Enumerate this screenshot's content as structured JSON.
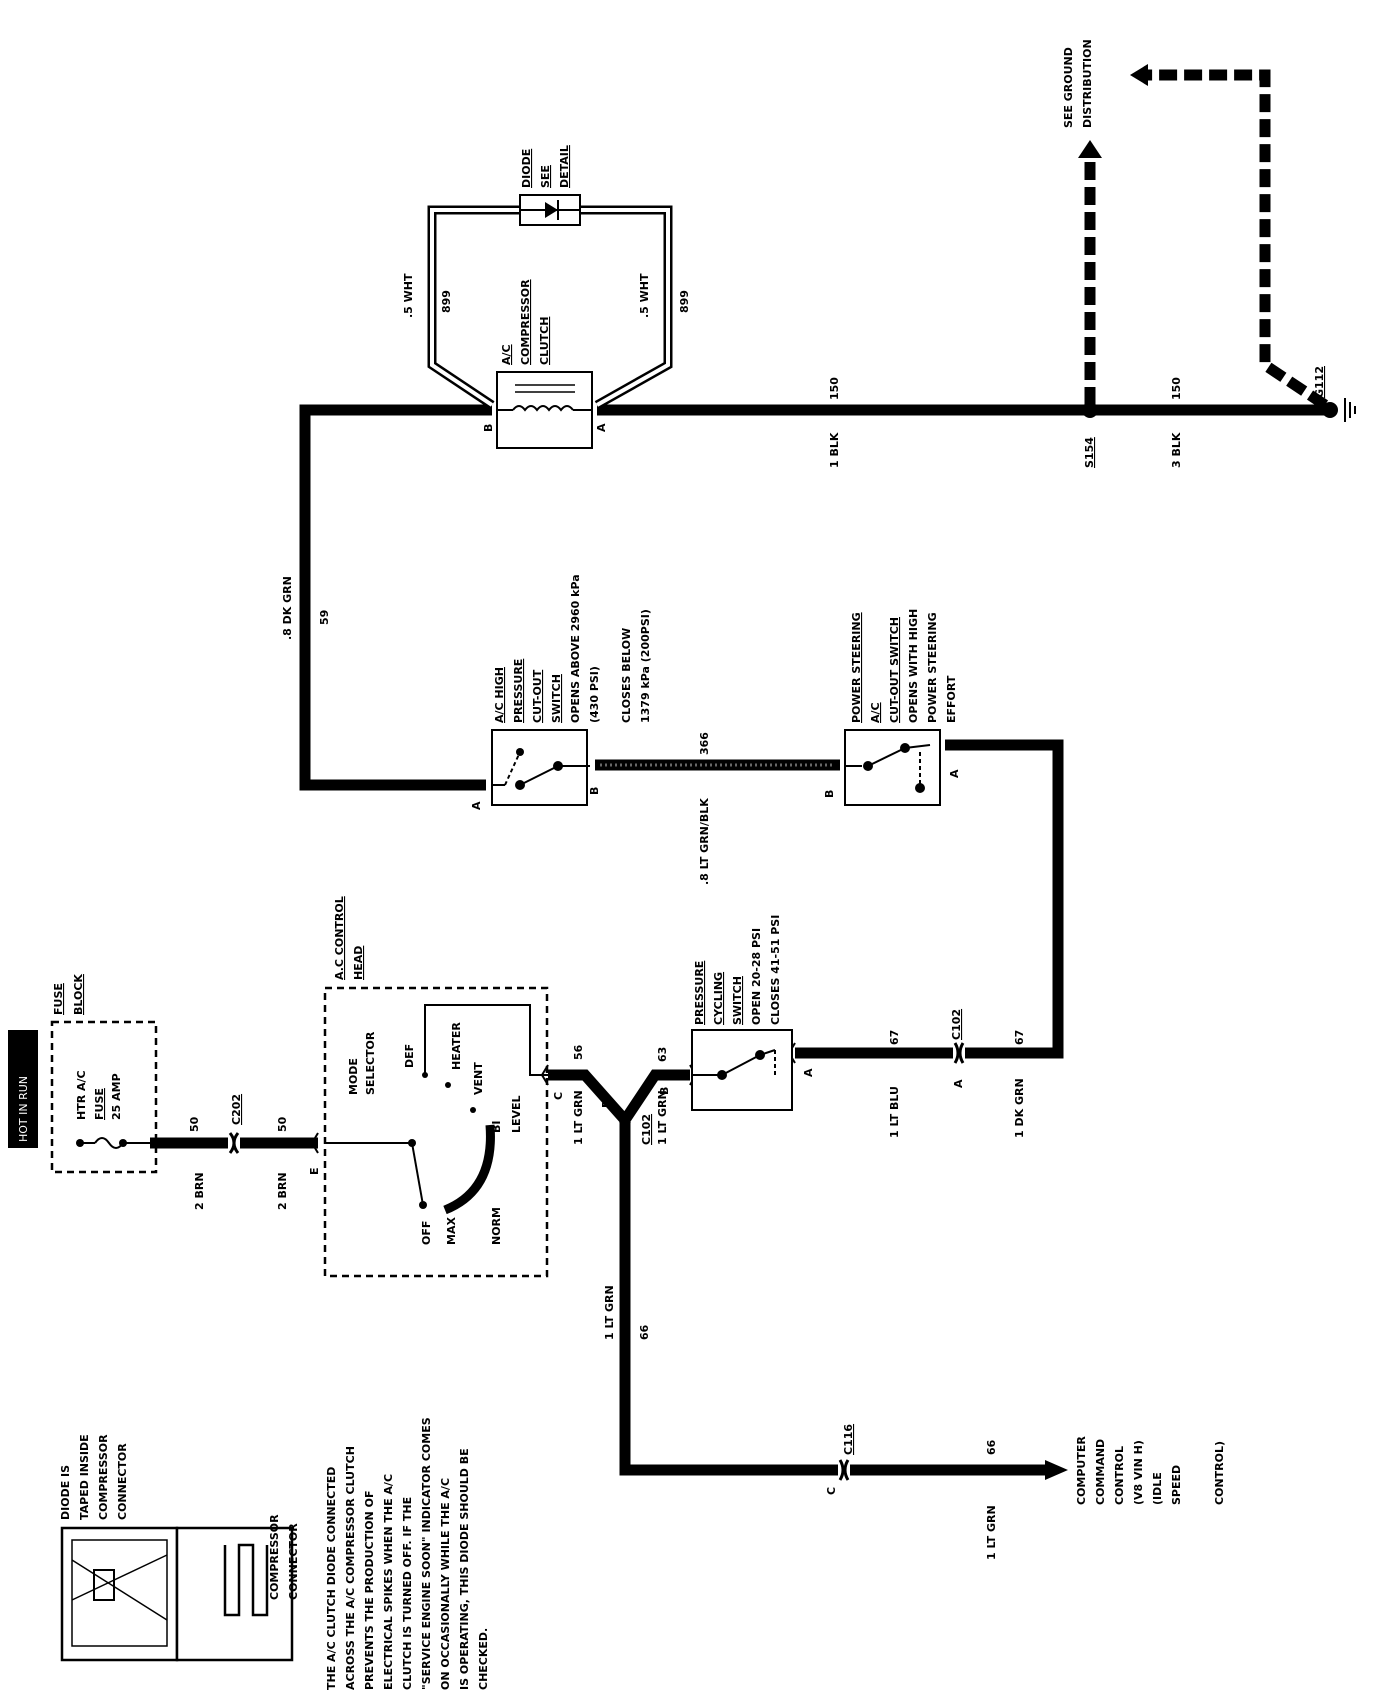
{
  "hot_in_run": "HOT IN RUN",
  "fuse_block": {
    "title_1": "FUSE",
    "title_2": "BLOCK",
    "fuse_line1": "HTR A/C",
    "fuse_line2": "FUSE",
    "fuse_line3": "25 AMP"
  },
  "connectors": {
    "c202": "C202",
    "c102_upper": "C102",
    "c102_lower": "C102",
    "c116": "C116",
    "s154": "S154",
    "g112": "G112"
  },
  "wires": {
    "brn_50_a_size": "2 BRN",
    "brn_50_a_num": "50",
    "brn_50_b_size": "2 BRN",
    "brn_50_b_num": "50",
    "ltgrn_56_size": "1 LT GRN",
    "ltgrn_56_num": "56",
    "ltgrn_63_size": "1 LT GRN",
    "ltgrn_63_num": "63",
    "ltgrn_66_size": "1 LT GRN",
    "ltgrn_66_num": "66",
    "ltgrn_66b_size": "1 LT GRN",
    "ltgrn_66b_num": "66",
    "ltblu_67_size": "1 LT BLU",
    "ltblu_67_num": "67",
    "dkgrn_67_size": "1 DK GRN",
    "dkgrn_67_num": "67",
    "ltgrnblk_366_size": ".8 LT GRN/BLK",
    "ltgrnblk_366_num": "366",
    "dkgrn_59_size": ".8 DK GRN",
    "dkgrn_59_num": "59",
    "blk_150_size": "1 BLK",
    "blk_150_num": "150",
    "blk_150b_size": "3 BLK",
    "blk_150b_num": "150",
    "wht_899_a_size": ".5 WHT",
    "wht_899_a_num": "899",
    "wht_899_b_size": ".5 WHT",
    "wht_899_b_num": "899"
  },
  "pins": {
    "e": "E",
    "c_head": "C",
    "d_head": "D",
    "b_cyc": "B",
    "a_cyc": "A",
    "a_c102": "A",
    "a_hp": "A",
    "b_hp": "B",
    "b_ps": "B",
    "a_ps": "A",
    "b_clutch": "B",
    "a_clutch": "A",
    "c_c116": "C"
  },
  "control_head": {
    "title_1": "A.C CONTROL",
    "title_2": "HEAD",
    "mode_1": "MODE",
    "mode_2": "SELECTOR",
    "def": "DEF",
    "heater": "HEATER",
    "vent": "VENT",
    "bi_level_1": "BI",
    "bi_level_2": "LEVEL",
    "norm": "NORM",
    "max": "MAX",
    "off": "OFF"
  },
  "pressure_cycling": {
    "line1": "PRESSURE",
    "line2": "CYCLING",
    "line3": "SWITCH",
    "line4": "OPEN 20-28 PSI",
    "line5": "CLOSES 41-51 PSI"
  },
  "high_pressure": {
    "line1": "A/C HIGH",
    "line2": "PRESSURE",
    "line3": "CUT-OUT",
    "line4": "SWITCH",
    "line5": "OPENS ABOVE 2960 kPa",
    "line6": "(430 PSI)",
    "line7": "CLOSES BELOW",
    "line8": "1379 kPa (200PSI)"
  },
  "power_steering": {
    "line1": "POWER STEERING",
    "line2": "A/C",
    "line3": "CUT-OUT SWITCH",
    "line4": "OPENS WITH HIGH",
    "line5": "POWER STEERING",
    "line6": "EFFORT"
  },
  "clutch": {
    "line1": "A/C",
    "line2": "COMPRESSOR",
    "line3": "CLUTCH"
  },
  "diode": {
    "line1": "DIODE",
    "line2": "SEE",
    "line3": "DETAIL"
  },
  "ground": {
    "line1": "SEE GROUND",
    "line2": "DISTRIBUTION"
  },
  "ccc": {
    "line1": "COMPUTER",
    "line2": "COMMAND",
    "line3": "CONTROL",
    "line4": "(V8 VIN H)",
    "line5": "(IDLE",
    "line6": "SPEED",
    "line7": "CONTROL)"
  },
  "detail": {
    "diode_1": "DIODE IS",
    "diode_2": "TAPED INSIDE",
    "diode_3": "COMPRESSOR",
    "diode_4": "CONNECTOR",
    "conn_1": "COMPRESSOR",
    "conn_2": "CONNECTOR"
  },
  "note": {
    "line1": "THE A/C CLUTCH DIODE CONNECTED",
    "line2": "ACROSS THE A/C COMPRESSOR CLUTCH",
    "line3": "PREVENTS THE PRODUCTION OF",
    "line4": "ELECTRICAL SPIKES WHEN THE A/C",
    "line5": "CLUTCH IS TURNED OFF.  IF THE",
    "line6": "\"SERVICE ENGINE SOON\" INDICATOR COMES",
    "line7": "ON OCCASIONALLY WHILE THE A/C",
    "line8": "IS OPERATING, THIS DIODE SHOULD BE",
    "line9": "CHECKED."
  }
}
